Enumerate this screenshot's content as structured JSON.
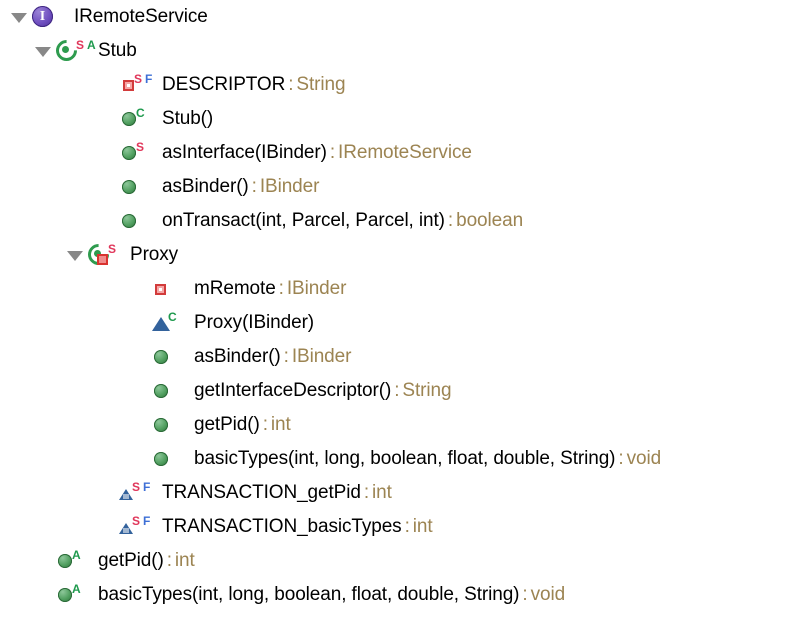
{
  "view": {
    "name": "java-outline-tree",
    "background_color": "#ffffff",
    "text_color": "#000000",
    "type_color": "#9c8452",
    "static_badge_color": "#e0365a",
    "final_badge_color": "#3d6fd6",
    "abstract_badge_color": "#1f9a4e",
    "constructor_badge_color": "#1f9a4e"
  },
  "rows": [
    {
      "id": "iremoteservice",
      "indent": 0,
      "twisty": "expanded",
      "icon": "interface-icon",
      "badges": [],
      "name": "IRemoteService",
      "separator": "",
      "type": ""
    },
    {
      "id": "stub",
      "indent": 1,
      "twisty": "expanded",
      "icon": "class-icon",
      "badges": [
        "S",
        "A"
      ],
      "name": "Stub",
      "separator": "",
      "type": ""
    },
    {
      "id": "descriptor",
      "indent": 3,
      "twisty": "none",
      "icon": "private-field-icon",
      "badges": [
        "S",
        "F"
      ],
      "name": "DESCRIPTOR",
      "separator": ":",
      "type": "String"
    },
    {
      "id": "stub-ctor",
      "indent": 3,
      "twisty": "none",
      "icon": "public-method-icon",
      "badges": [
        "C"
      ],
      "name": "Stub()",
      "separator": "",
      "type": ""
    },
    {
      "id": "asinterface",
      "indent": 3,
      "twisty": "none",
      "icon": "public-method-icon",
      "badges": [
        "S"
      ],
      "name": "asInterface(IBinder)",
      "separator": ":",
      "type": "IRemoteService"
    },
    {
      "id": "stub-asbinder",
      "indent": 3,
      "twisty": "none",
      "icon": "public-method-icon",
      "badges": [],
      "name": "asBinder()",
      "separator": ":",
      "type": "IBinder"
    },
    {
      "id": "ontransact",
      "indent": 3,
      "twisty": "none",
      "icon": "public-method-icon",
      "badges": [],
      "name": "onTransact(int, Parcel, Parcel, int)",
      "separator": ":",
      "type": "boolean"
    },
    {
      "id": "proxy",
      "indent": 2,
      "twisty": "expanded",
      "icon": "private-class-icon",
      "badges": [
        "S"
      ],
      "name": "Proxy",
      "separator": "",
      "type": ""
    },
    {
      "id": "mremote",
      "indent": 4,
      "twisty": "none",
      "icon": "private-field-icon",
      "badges": [],
      "name": "mRemote",
      "separator": ":",
      "type": "IBinder"
    },
    {
      "id": "proxy-ctor",
      "indent": 4,
      "twisty": "none",
      "icon": "package-method-icon",
      "badges": [
        "C"
      ],
      "name": "Proxy(IBinder)",
      "separator": "",
      "type": ""
    },
    {
      "id": "proxy-asbinder",
      "indent": 4,
      "twisty": "none",
      "icon": "public-method-icon",
      "badges": [],
      "name": "asBinder()",
      "separator": ":",
      "type": "IBinder"
    },
    {
      "id": "getinterfacedescriptor",
      "indent": 4,
      "twisty": "none",
      "icon": "public-method-icon",
      "badges": [],
      "name": "getInterfaceDescriptor()",
      "separator": ":",
      "type": "String"
    },
    {
      "id": "proxy-getpid",
      "indent": 4,
      "twisty": "none",
      "icon": "public-method-icon",
      "badges": [],
      "name": "getPid()",
      "separator": ":",
      "type": "int"
    },
    {
      "id": "proxy-basictypes",
      "indent": 4,
      "twisty": "none",
      "icon": "public-method-icon",
      "badges": [],
      "name": "basicTypes(int, long, boolean, float, double, String)",
      "separator": ":",
      "type": "void"
    },
    {
      "id": "transaction-getpid",
      "indent": 3,
      "twisty": "none",
      "icon": "package-field-icon",
      "badges": [
        "S",
        "F"
      ],
      "name": "TRANSACTION_getPid",
      "separator": ":",
      "type": "int"
    },
    {
      "id": "transaction-basictypes",
      "indent": 3,
      "twisty": "none",
      "icon": "package-field-icon",
      "badges": [
        "S",
        "F"
      ],
      "name": "TRANSACTION_basicTypes",
      "separator": ":",
      "type": "int"
    },
    {
      "id": "iface-getpid",
      "indent": 1,
      "twisty": "none",
      "icon": "public-method-icon",
      "badges": [
        "A"
      ],
      "name": "getPid()",
      "separator": ":",
      "type": "int"
    },
    {
      "id": "iface-basictypes",
      "indent": 1,
      "twisty": "none",
      "icon": "public-method-icon",
      "badges": [
        "A"
      ],
      "name": "basicTypes(int, long, boolean, float, double, String)",
      "separator": ":",
      "type": "void"
    }
  ]
}
